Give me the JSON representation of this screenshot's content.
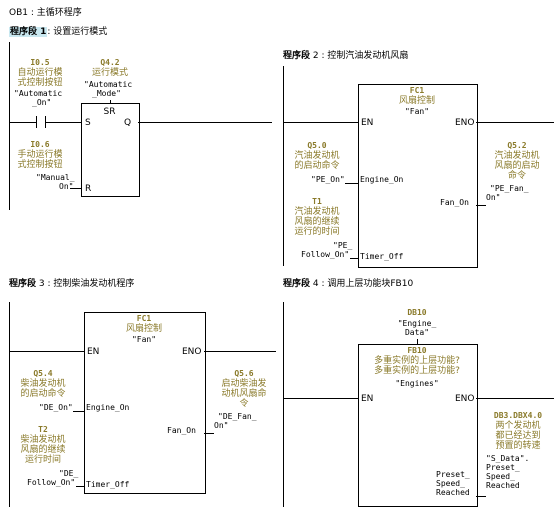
{
  "ob_title": "OB1 : 主循环程序",
  "seg1": {
    "header_prefix": "程序段 1",
    "header_title": ": 设置运行模式",
    "block_name": "SR",
    "pin_s": "S",
    "pin_q": "Q",
    "pin_r": "R",
    "in_s": {
      "addr": "I0.5",
      "comment": [
        "自动运行模",
        "式控制按钮"
      ],
      "symbol": [
        "\"Automatic",
        "_On\""
      ]
    },
    "in_r": {
      "addr": "I0.6",
      "comment": [
        "手动运行模",
        "式控制按钮"
      ],
      "symbol": [
        "\"Manual_",
        "On\""
      ]
    },
    "out": {
      "addr": "Q4.2",
      "comment": [
        "运行模式"
      ],
      "symbol": [
        "\"Automatic",
        "_Mode\""
      ]
    }
  },
  "seg2": {
    "header_prefix": "程序段",
    "header_title": "2 : 控制汽油发动机风扇",
    "fc": "FC1",
    "fc_comment": "风扇控制",
    "fc_symbol": "\"Fan\"",
    "en": "EN",
    "eno": "ENO",
    "param1": "Engine_On",
    "param2": "Timer_Off",
    "out_param": "Fan_On",
    "in1": {
      "addr": "Q5.0",
      "comment": [
        "汽油发动机",
        "的启动命令"
      ],
      "symbol": [
        "\"PE_On\""
      ]
    },
    "in2": {
      "addr": "T1",
      "comment": [
        "汽油发动机",
        "风扇的继续",
        "运行的时间"
      ],
      "symbol": [
        "\"PE_",
        "Follow_On\""
      ]
    },
    "out1": {
      "addr": "Q5.2",
      "comment": [
        "汽油发动机",
        "风扇的启动",
        "命令"
      ],
      "symbol": [
        "\"PE_Fan_",
        "On\""
      ]
    }
  },
  "seg3": {
    "header_prefix": "程序段",
    "header_title": "3 : 控制柴油发动机程序",
    "fc": "FC1",
    "fc_comment": "风扇控制",
    "fc_symbol": "\"Fan\"",
    "en": "EN",
    "eno": "ENO",
    "param1": "Engine_On",
    "param2": "Timer_Off",
    "out_param": "Fan_On",
    "in1": {
      "addr": "Q5.4",
      "comment": [
        "柴油发动机",
        "的启动命令"
      ],
      "symbol": [
        "\"DE_On\""
      ]
    },
    "in2": {
      "addr": "T2",
      "comment": [
        "柴油发动机",
        "风扇的继续",
        "运行时间"
      ],
      "symbol": [
        "\"DE_",
        "Follow_On\""
      ]
    },
    "out1": {
      "addr": "Q5.6",
      "comment": [
        "启动柴油发",
        "动机风扇命",
        "令"
      ],
      "symbol": [
        "\"DE_Fan_",
        "On\""
      ]
    }
  },
  "seg4": {
    "header_prefix": "程序段",
    "header_title": "4 : 调用上层功能块FB10",
    "db": {
      "addr": "DB10",
      "symbol": [
        "\"Engine_",
        "Data\""
      ]
    },
    "fb": "FB10",
    "fb_comment": [
      "多重实例的上层功能?",
      "多重实例的上层功能?"
    ],
    "fb_symbol": "\"Engines\"",
    "en": "EN",
    "eno": "ENO",
    "out_param": [
      "Preset_",
      "Speed_",
      "Reached"
    ],
    "out1": {
      "addr": "DB3.DBX4.0",
      "comment": [
        "两个发动机",
        "都已经达到",
        "预置的转速"
      ],
      "symbol": [
        "\"S_Data\".",
        "Preset_",
        "Speed_",
        "Reached"
      ]
    }
  }
}
